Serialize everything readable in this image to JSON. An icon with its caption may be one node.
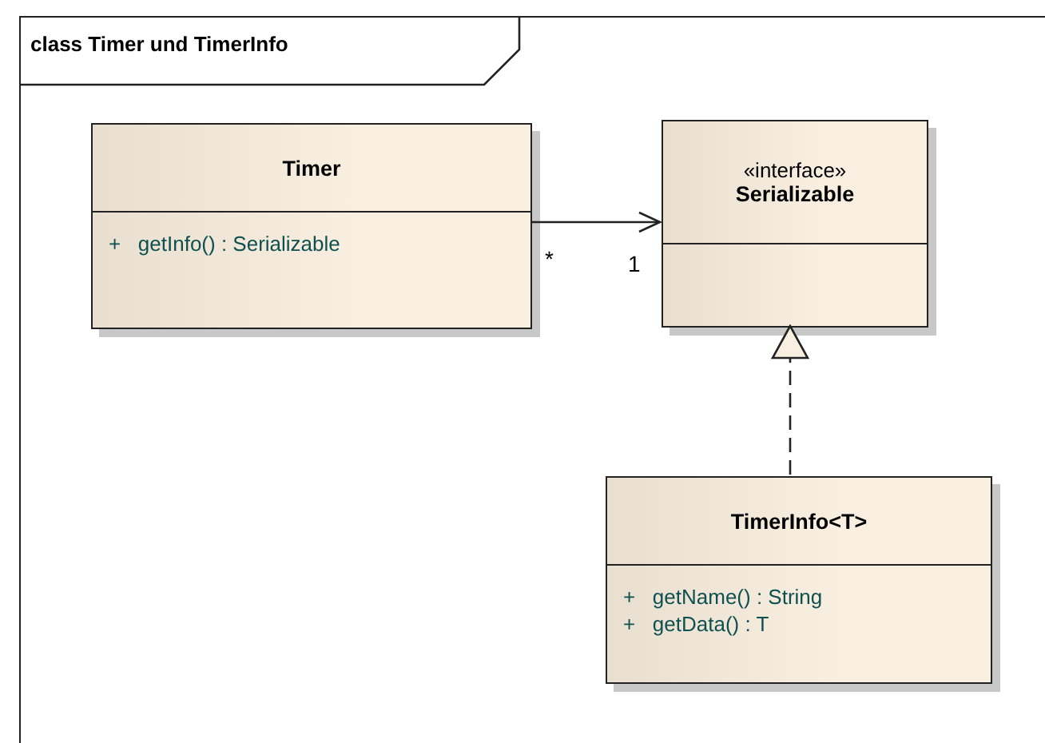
{
  "diagram": {
    "nodes": [
      {
        "text": [
          "class Timer und TimerInfo"
        ]
      },
      {
        "text": [
          "Timer",
          "+   getInfo() : Serializable"
        ],
        "in": 0
      },
      {
        "text": [
          "«interface»",
          "Serializable"
        ],
        "in": 0
      },
      {
        "text": [
          "TimerInfo<T>",
          "+   getName() : String",
          "+   getData() : T"
        ],
        "in": 0
      }
    ],
    "edges": [
      {
        "from": 1,
        "to": 2,
        "arrow": "to"
      },
      {
        "from": 3,
        "to": 2,
        "arrow": "to",
        "style": "dashed"
      }
    ],
    "labels": [
      "*",
      "1"
    ]
  }
}
